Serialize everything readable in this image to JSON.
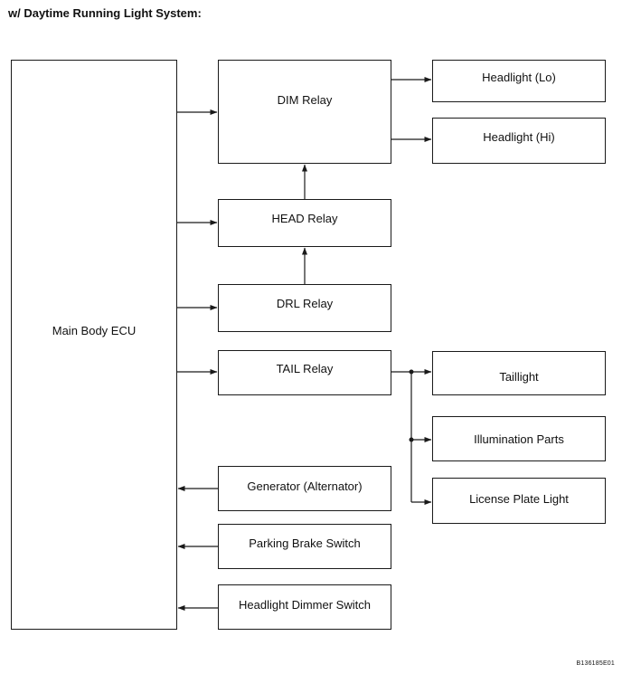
{
  "title": "w/ Daytime Running Light System:",
  "figure_code": "B136185E01",
  "blocks": {
    "main_body_ecu": "Main Body ECU",
    "dim_relay": "DIM Relay",
    "head_relay": "HEAD Relay",
    "drl_relay": "DRL Relay",
    "tail_relay": "TAIL Relay",
    "generator": "Generator (Alternator)",
    "parking_brake_switch": "Parking Brake Switch",
    "headlight_dimmer_switch": "Headlight Dimmer Switch",
    "headlight_lo": "Headlight (Lo)",
    "headlight_hi": "Headlight (Hi)",
    "taillight": "Taillight",
    "illumination_parts": "Illumination Parts",
    "license_plate_light": "License Plate Light"
  },
  "connections": [
    {
      "from": "main_body_ecu",
      "to": "dim_relay"
    },
    {
      "from": "main_body_ecu",
      "to": "head_relay"
    },
    {
      "from": "main_body_ecu",
      "to": "drl_relay"
    },
    {
      "from": "main_body_ecu",
      "to": "tail_relay"
    },
    {
      "from": "generator",
      "to": "main_body_ecu"
    },
    {
      "from": "parking_brake_switch",
      "to": "main_body_ecu"
    },
    {
      "from": "headlight_dimmer_switch",
      "to": "main_body_ecu"
    },
    {
      "from": "drl_relay",
      "to": "head_relay"
    },
    {
      "from": "head_relay",
      "to": "dim_relay"
    },
    {
      "from": "dim_relay",
      "to": "headlight_lo"
    },
    {
      "from": "dim_relay",
      "to": "headlight_hi"
    },
    {
      "from": "tail_relay",
      "to": "taillight"
    },
    {
      "from": "tail_relay",
      "to": "illumination_parts"
    },
    {
      "from": "tail_relay",
      "to": "license_plate_light"
    }
  ]
}
